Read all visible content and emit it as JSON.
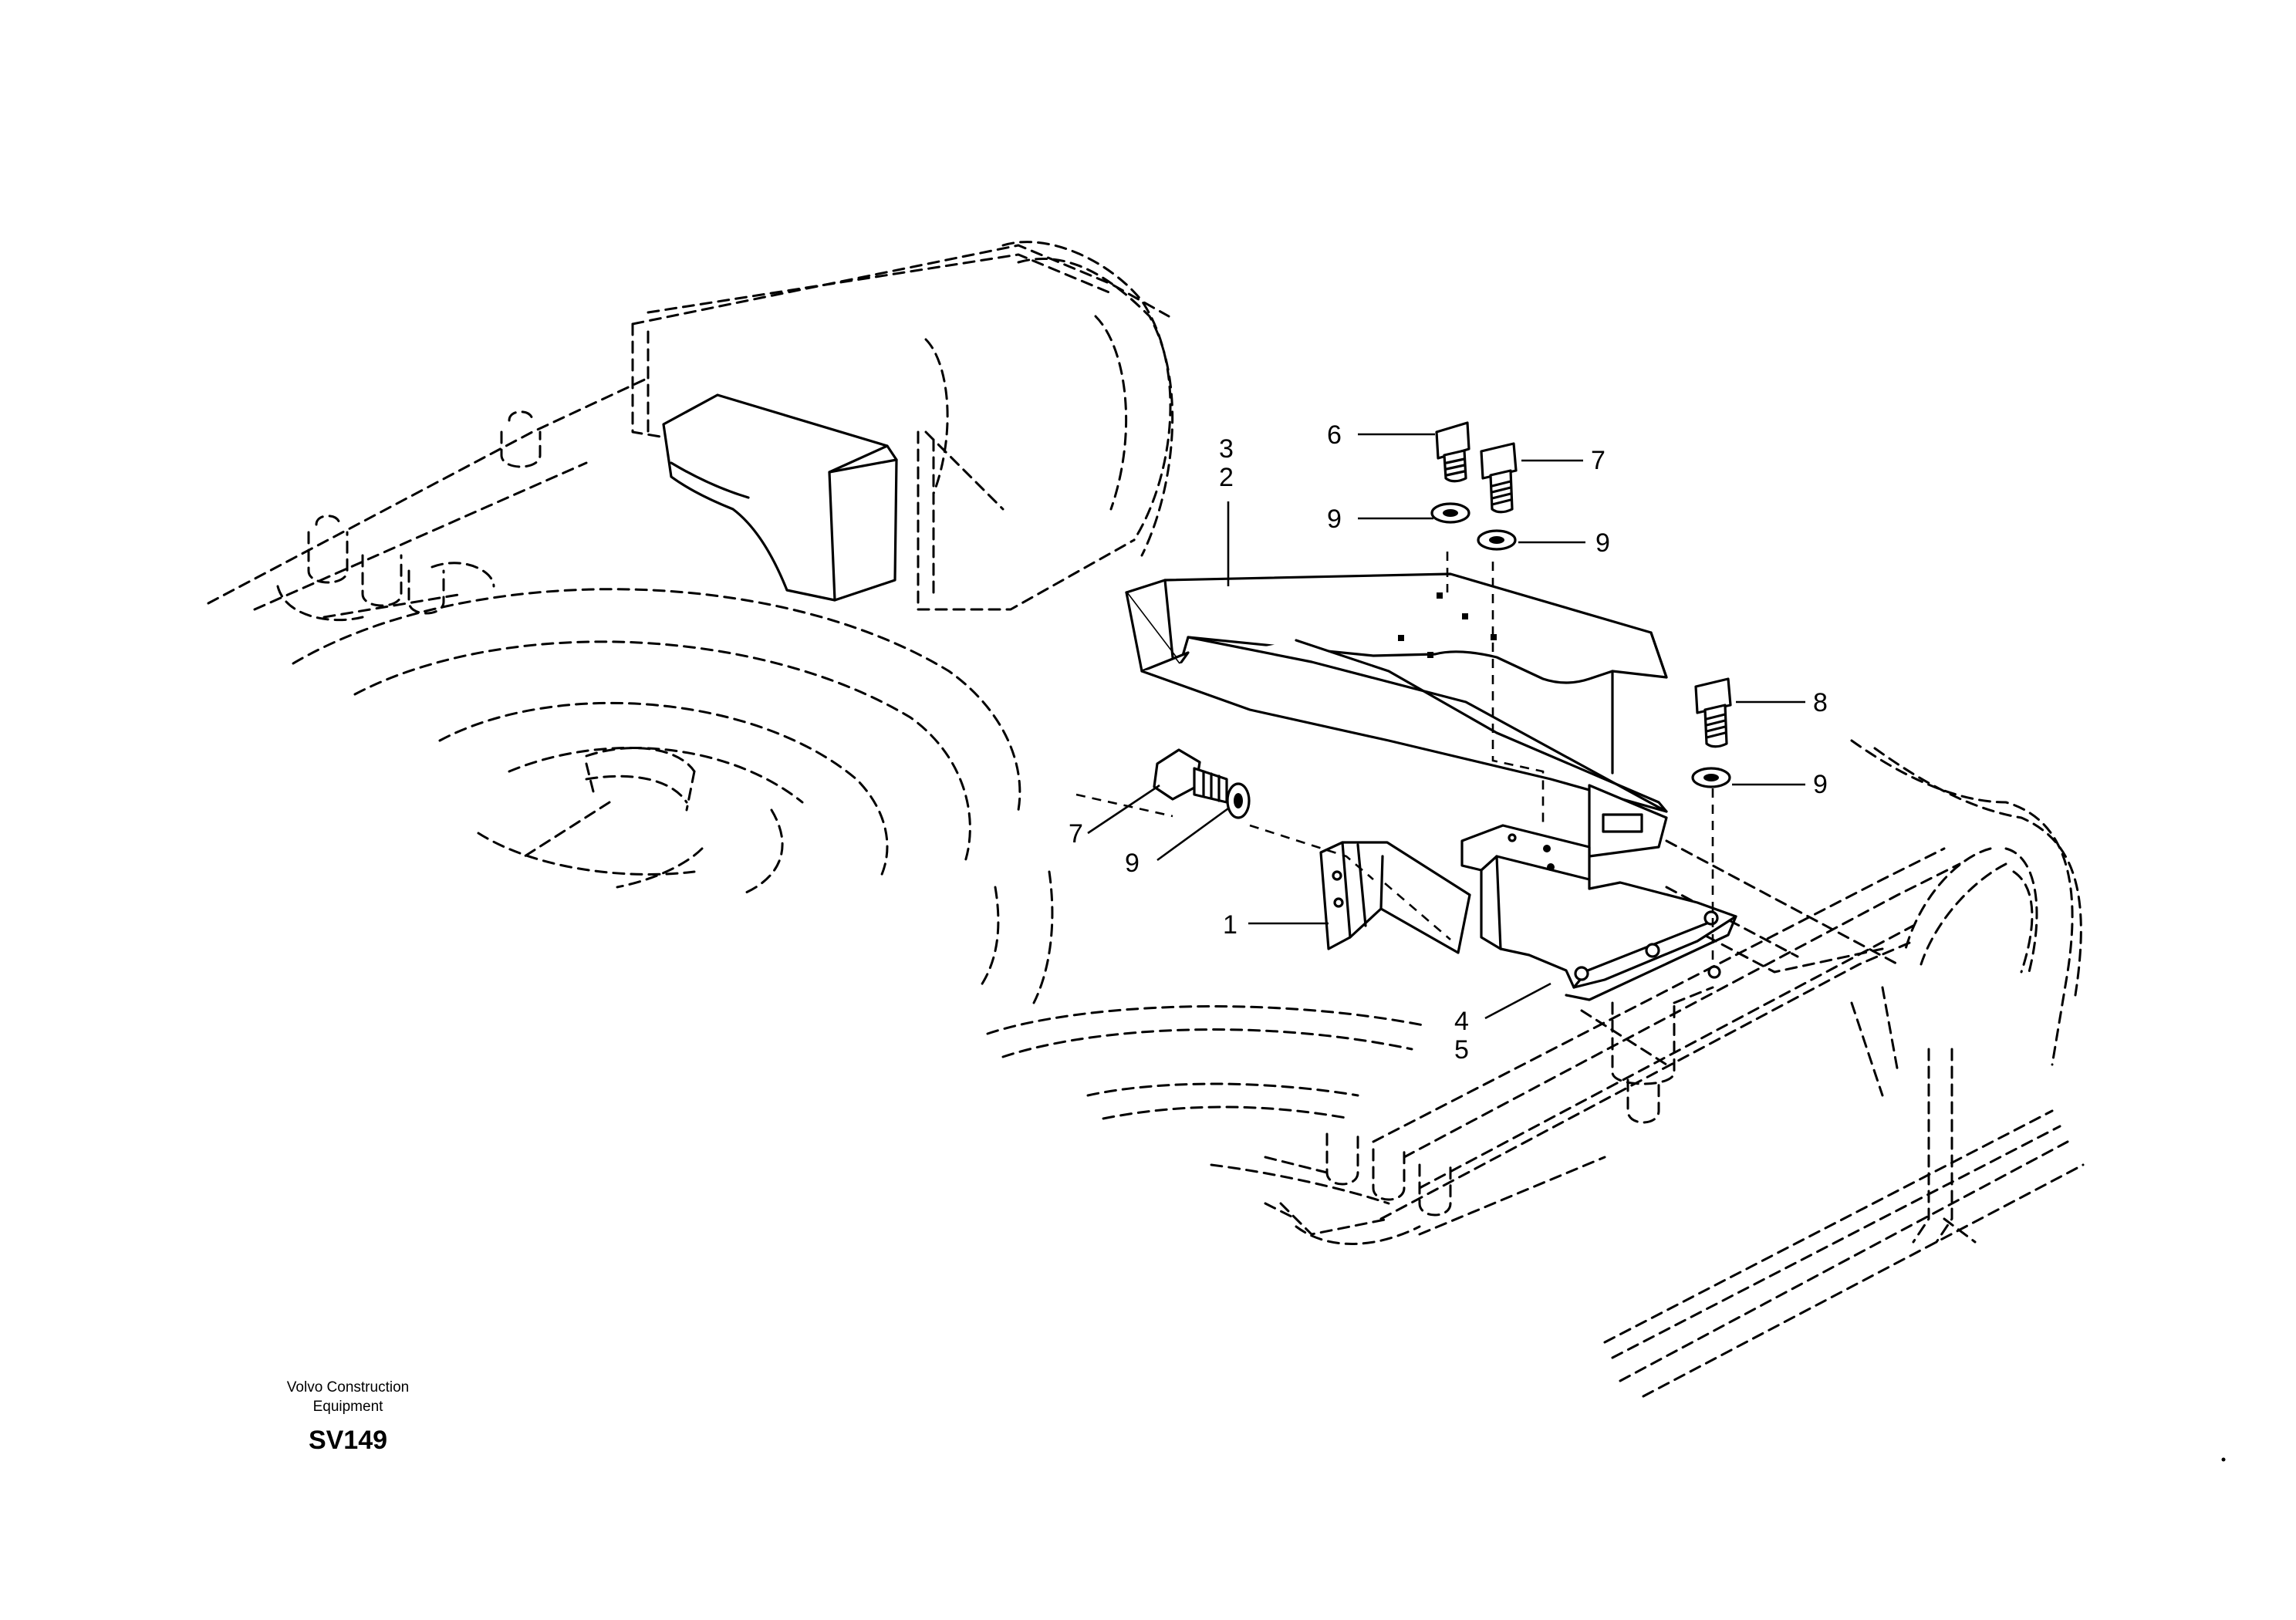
{
  "manufacturer_line1": "Volvo Construction",
  "manufacturer_line2": "Equipment",
  "drawing_code": "SV149",
  "callouts": {
    "c1": "1",
    "c2": "2",
    "c3": "3",
    "c4": "4",
    "c5": "5",
    "c6": "6",
    "c7a": "7",
    "c7b": "7",
    "c8": "8",
    "c9a": "9",
    "c9b": "9",
    "c9c": "9",
    "c9d": "9"
  }
}
